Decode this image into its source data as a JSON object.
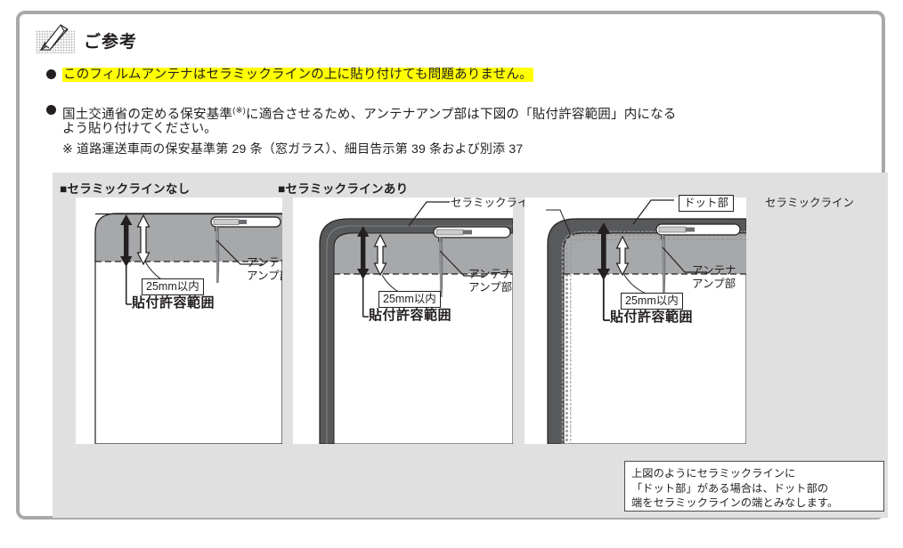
{
  "header": {
    "icon": "pencil-icon",
    "title": "ご参考"
  },
  "notes": {
    "bullet1": "このフィルムアンテナはセラミックラインの上に貼り付けても問題ありません。",
    "bullet2_line1_a": "国土交通省の定める保安基準",
    "bullet2_sup": "(※)",
    "bullet2_line1_b": "に適合させるため、アンテナアンプ部は下図の「貼付許容範囲」内になる",
    "bullet2_line2": "よう貼り付けてください。",
    "bullet2_line3": "※ 道路運送車両の保安基準第 29 条（窓ガラス）、細目告示第 39 条および別添 37"
  },
  "sections": {
    "no_ceramic": "■セラミックラインなし",
    "with_ceramic": "■セラミックラインあり"
  },
  "labels": {
    "mm_limit": "25mm以内",
    "allowed_range": "貼付許容範囲",
    "antenna_amp_l1": "アンテナ",
    "antenna_amp_l2": "アンプ部",
    "ceramic_line": "セラミックライン",
    "dot_area": "ドット部"
  },
  "note_box": {
    "line1": "上図のようにセラミックラインに",
    "line2": "「ドット部」がある場合は、ドット部の",
    "line3": "端をセラミックラインの端とみなします。"
  },
  "colors": {
    "highlight": "#ffff00",
    "frame_border": "#a7a9ac",
    "diagram_bg": "#e0e0e0",
    "glass_band": "#a6a8aa",
    "ceramic_dark": "#58595b",
    "ink": "#231f20"
  }
}
